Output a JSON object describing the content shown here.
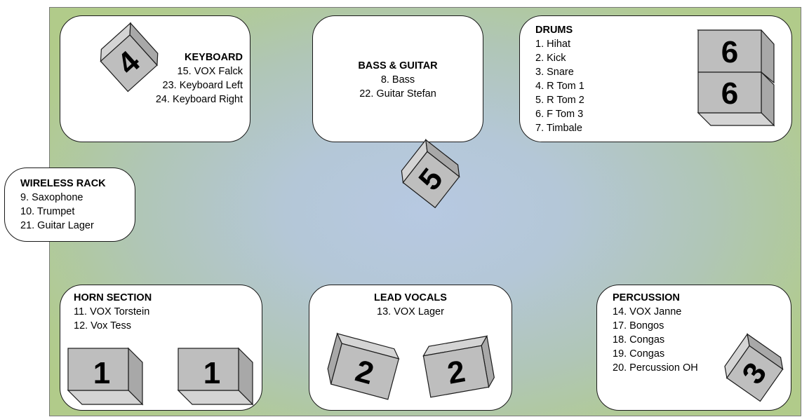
{
  "zones": {
    "keyboard": {
      "title": "KEYBOARD",
      "items": [
        "15. VOX Falck",
        "23. Keyboard Left",
        "24. Keyboard Right"
      ]
    },
    "bass_guitar": {
      "title": "BASS & GUITAR",
      "items": [
        "8. Bass",
        "22. Guitar Stefan"
      ]
    },
    "drums": {
      "title": "DRUMS",
      "items": [
        "1. Hihat",
        "2. Kick",
        "3. Snare",
        "4. R Tom 1",
        "5. R Tom 2",
        "6. F Tom 3",
        "7. Timbale"
      ]
    },
    "wireless_rack": {
      "title": "WIRELESS RACK",
      "items": [
        "9. Saxophone",
        "10. Trumpet",
        "21. Guitar Lager"
      ]
    },
    "horn_section": {
      "title": "HORN SECTION",
      "items": [
        "11. VOX Torstein",
        "12. Vox Tess"
      ]
    },
    "lead_vocals": {
      "title": "LEAD VOCALS",
      "items": [
        "13. VOX Lager"
      ]
    },
    "percussion": {
      "title": "PERCUSSION",
      "items": [
        "14. VOX Janne",
        "17. Bongos",
        "18. Congas",
        "19. Congas",
        "20. Percussion OH"
      ]
    }
  },
  "monitors": {
    "keyboard": "4",
    "center": "5",
    "drums_top": "6",
    "drums_bottom": "6",
    "horn_left": "1",
    "horn_right": "1",
    "vocals_left": "2",
    "vocals_right": "2",
    "percussion": "3"
  },
  "colors": {
    "wedge_front": "#bebebe",
    "wedge_top": "#d4d4d4",
    "wedge_side": "#a8a8a8",
    "outline": "#1a1a1a"
  }
}
